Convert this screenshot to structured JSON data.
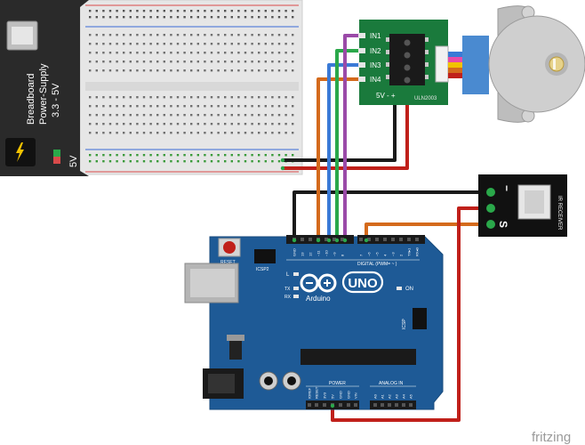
{
  "power_supply": {
    "title_line1": "Breadboard",
    "title_line2": "Power-Supply",
    "title_line3": "3.3 - 5V",
    "voltage_label": "5V"
  },
  "driver": {
    "in1": "IN1",
    "in2": "IN2",
    "in3": "IN3",
    "in4": "IN4",
    "power_label": "5V -  +",
    "chip_label": "ULN2003"
  },
  "ir_receiver": {
    "label": "IR RECEIVER",
    "pin_minus": "−",
    "pin_s": "S"
  },
  "arduino": {
    "logo_text": "UNO",
    "brand_text": "Arduino",
    "reset_label": "RESET",
    "icsp2_label": "ICSP2",
    "icsp_label": "ICSP",
    "on_label": "ON",
    "l_label": "L",
    "tx_label": "TX",
    "rx_label": "RX",
    "digital_label": "DIGITAL (PWM= ~ )",
    "power_label": "POWER",
    "analog_label": "ANALOG IN",
    "top_pins": [
      "GND",
      "13",
      "12",
      "~11",
      "~10",
      "~9",
      "8",
      "7",
      "~6",
      "~5",
      "4",
      "~3",
      "2",
      "TX▸1",
      "RX◂0"
    ],
    "power_pins": [
      "IOREF",
      "RESET",
      "3V3",
      "5V",
      "GND",
      "GND",
      "VIN"
    ],
    "analog_pins": [
      "A0",
      "A1",
      "A2",
      "A3",
      "A4",
      "A5"
    ]
  },
  "watermark": "fritzing",
  "colors": {
    "board_blue": "#1e5a96",
    "driver_green": "#1a7a3c",
    "wire_red": "#c0201a",
    "wire_black": "#1a1a1a",
    "wire_orange": "#d46a1c",
    "wire_green": "#2aa84a",
    "wire_blue": "#3a7ad6",
    "wire_purple": "#9a4aa8"
  }
}
